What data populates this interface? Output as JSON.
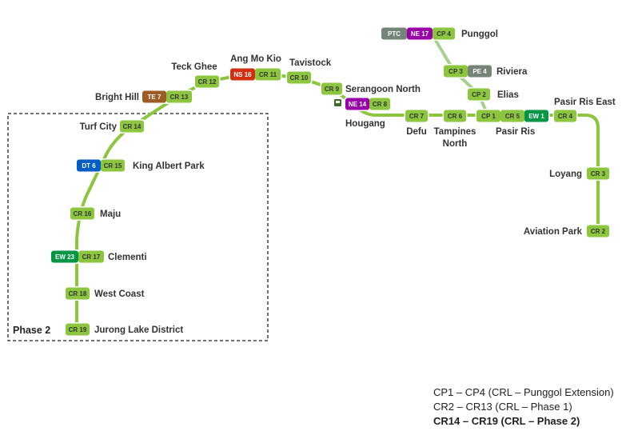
{
  "colors": {
    "crl": "#8cc63f",
    "crl_dark": "#5c9a23",
    "punggol_ext": "#a9d18e",
    "ns": "#d42e12",
    "te": "#9d5b25",
    "dt": "#005ec4",
    "ew": "#009645",
    "ne": "#9900aa",
    "ptc": "#748477",
    "pe": "#748477",
    "lrt_sign": "#3a6b2a"
  },
  "phase_box_label": "Phase 2",
  "stations": {
    "punggol": {
      "name": "Punggol",
      "codes": [
        {
          "code": "PTC",
          "line": "ptc"
        },
        {
          "code": "NE 17",
          "line": "ne"
        },
        {
          "code": "CP 4",
          "line": "crl"
        }
      ]
    },
    "riviera": {
      "name": "Riviera",
      "codes": [
        {
          "code": "CP 3",
          "line": "crl"
        },
        {
          "code": "PE 4",
          "line": "pe"
        }
      ]
    },
    "elias": {
      "name": "Elias",
      "codes": [
        {
          "code": "CP 2",
          "line": "crl"
        }
      ]
    },
    "pasir_ris": {
      "name": "Pasir Ris",
      "codes": [
        {
          "code": "CP 1",
          "line": "crl"
        },
        {
          "code": "CR 5",
          "line": "crl"
        },
        {
          "code": "EW 1",
          "line": "ew"
        }
      ]
    },
    "pasir_ris_east": {
      "name": "Pasir Ris East",
      "codes": [
        {
          "code": "CR 4",
          "line": "crl"
        }
      ]
    },
    "loyang": {
      "name": "Loyang",
      "codes": [
        {
          "code": "CR 3",
          "line": "crl"
        }
      ]
    },
    "aviation_park": {
      "name": "Aviation Park",
      "codes": [
        {
          "code": "CR 2",
          "line": "crl"
        }
      ]
    },
    "tampines_north": {
      "name": "Tampines North",
      "codes": [
        {
          "code": "CR 6",
          "line": "crl"
        }
      ]
    },
    "defu": {
      "name": "Defu",
      "codes": [
        {
          "code": "CR 7",
          "line": "crl"
        }
      ]
    },
    "hougang": {
      "name": "Hougang",
      "codes": [
        {
          "code": "NE 14",
          "line": "ne"
        },
        {
          "code": "CR 8",
          "line": "crl"
        }
      ]
    },
    "serangoon_north": {
      "name": "Serangoon North",
      "codes": [
        {
          "code": "CR 9",
          "line": "crl"
        }
      ]
    },
    "tavistock": {
      "name": "Tavistock",
      "codes": [
        {
          "code": "CR 10",
          "line": "crl"
        }
      ]
    },
    "ang_mo_kio": {
      "name": "Ang Mo Kio",
      "codes": [
        {
          "code": "NS 16",
          "line": "ns"
        },
        {
          "code": "CR 11",
          "line": "crl"
        }
      ]
    },
    "teck_ghee": {
      "name": "Teck Ghee",
      "codes": [
        {
          "code": "CR 12",
          "line": "crl"
        }
      ]
    },
    "bright_hill": {
      "name": "Bright Hill",
      "codes": [
        {
          "code": "TE 7",
          "line": "te"
        },
        {
          "code": "CR 13",
          "line": "crl"
        }
      ]
    },
    "turf_city": {
      "name": "Turf City",
      "codes": [
        {
          "code": "CR 14",
          "line": "crl"
        }
      ]
    },
    "king_albert_park": {
      "name": "King Albert Park",
      "codes": [
        {
          "code": "DT 6",
          "line": "dt"
        },
        {
          "code": "CR 15",
          "line": "crl"
        }
      ]
    },
    "maju": {
      "name": "Maju",
      "codes": [
        {
          "code": "CR 16",
          "line": "crl"
        }
      ]
    },
    "clementi": {
      "name": "Clementi",
      "codes": [
        {
          "code": "EW 23",
          "line": "ew"
        },
        {
          "code": "CR 17",
          "line": "crl"
        }
      ]
    },
    "west_coast": {
      "name": "West Coast",
      "codes": [
        {
          "code": "CR 18",
          "line": "crl"
        }
      ]
    },
    "jurong_lake_district": {
      "name": "Jurong Lake District",
      "codes": [
        {
          "code": "CR 19",
          "line": "crl"
        }
      ]
    }
  },
  "legend": [
    {
      "text": "CP1 – CP4 (CRL – Punggol Extension)",
      "bold": false
    },
    {
      "text": "CR2 – CR13 (CRL – Phase 1)",
      "bold": false
    },
    {
      "text": "CR14 – CR19 (CRL – Phase 2)",
      "bold": true
    }
  ]
}
